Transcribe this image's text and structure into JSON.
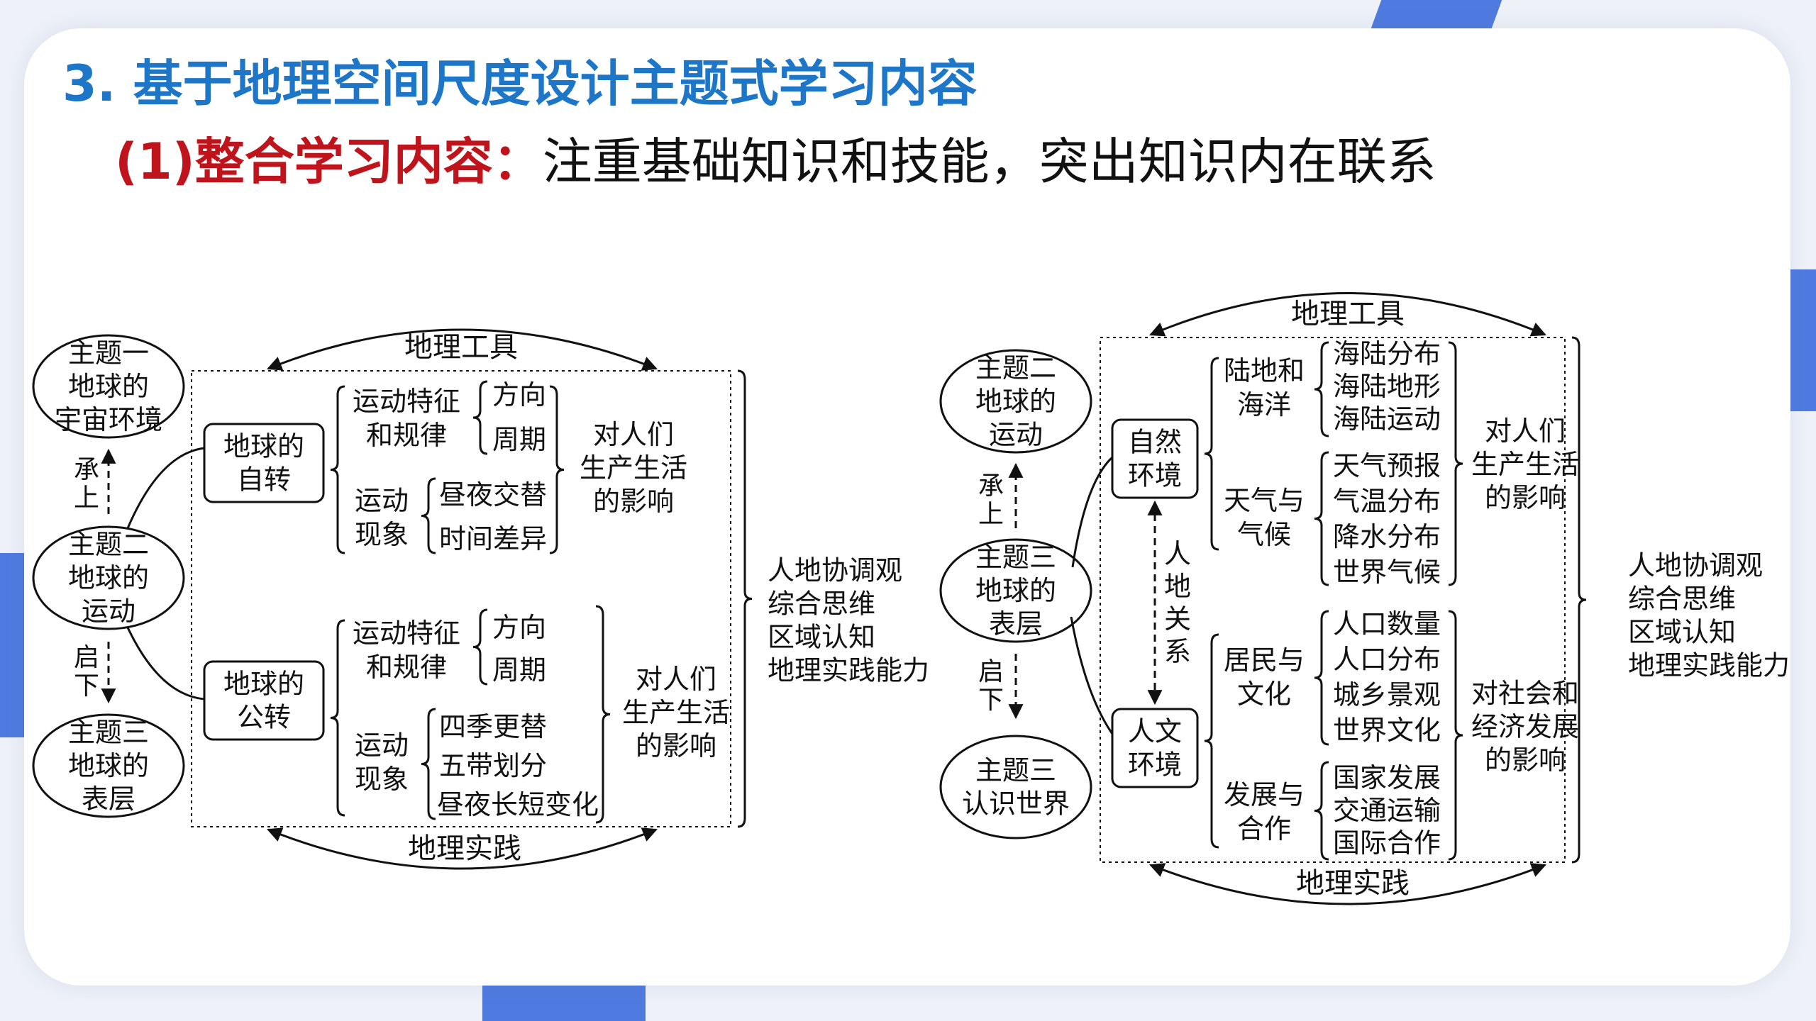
{
  "title": "3. 基于地理空间尺度设计主题式学习内容",
  "subtitle": {
    "highlight": "(1)整合学习内容：",
    "rest": "注重基础知识和技能，突出知识内在联系"
  },
  "left": {
    "themes": [
      [
        "主题一",
        "地球的",
        "宇宙环境"
      ],
      [
        "主题二",
        "地球的",
        "运动"
      ],
      [
        "主题三",
        "地球的",
        "表层"
      ]
    ],
    "link_up": [
      "承",
      "上"
    ],
    "link_down": [
      "启",
      "下"
    ],
    "tool": "地理工具",
    "practice": "地理实践",
    "rotation": {
      "box": [
        "地球的",
        "自转"
      ],
      "feature": [
        "运动特征",
        "和规律"
      ],
      "feature_items": [
        "方向",
        "周期"
      ],
      "phenomena": [
        "运动",
        "现象"
      ],
      "phenomena_items": [
        "昼夜交替",
        "时间差异"
      ],
      "impact": [
        "对人们",
        "生产生活",
        "的影响"
      ]
    },
    "revolution": {
      "box": [
        "地球的",
        "公转"
      ],
      "feature": [
        "运动特征",
        "和规律"
      ],
      "feature_items": [
        "方向",
        "周期"
      ],
      "phenomena": [
        "运动",
        "现象"
      ],
      "phenomena_items": [
        "四季更替",
        "五带划分",
        "昼夜长短变化"
      ],
      "impact": [
        "对人们",
        "生产生活",
        "的影响"
      ]
    },
    "literacy": [
      "人地协调观",
      "综合思维",
      "区域认知",
      "地理实践能力"
    ]
  },
  "right": {
    "themes": [
      [
        "主题二",
        "地球的",
        "运动"
      ],
      [
        "主题三",
        "地球的",
        "表层"
      ],
      [
        "主题三",
        "认识世界"
      ]
    ],
    "link_up": [
      "承",
      "上"
    ],
    "link_down": [
      "启",
      "下"
    ],
    "tool": "地理工具",
    "practice": "地理实践",
    "relation": [
      "人",
      "地",
      "关",
      "系"
    ],
    "natural": {
      "box": [
        "自然",
        "环境"
      ],
      "group1": [
        "陆地和",
        "海洋"
      ],
      "group1_items": [
        "海陆分布",
        "海陆地形",
        "海陆运动"
      ],
      "group2": [
        "天气与",
        "气候"
      ],
      "group2_items": [
        "天气预报",
        "气温分布",
        "降水分布",
        "世界气候"
      ],
      "impact": [
        "对人们",
        "生产生活",
        "的影响"
      ]
    },
    "human": {
      "box": [
        "人文",
        "环境"
      ],
      "group1": [
        "居民与",
        "文化"
      ],
      "group1_items": [
        "人口数量",
        "人口分布",
        "城乡景观",
        "世界文化"
      ],
      "group2": [
        "发展与",
        "合作"
      ],
      "group2_items": [
        "国家发展",
        "交通运输",
        "国际合作"
      ],
      "impact": [
        "对社会和",
        "经济发展",
        "的影响"
      ]
    },
    "literacy": [
      "人地协调观",
      "综合思维",
      "区域认知",
      "地理实践能力"
    ]
  }
}
